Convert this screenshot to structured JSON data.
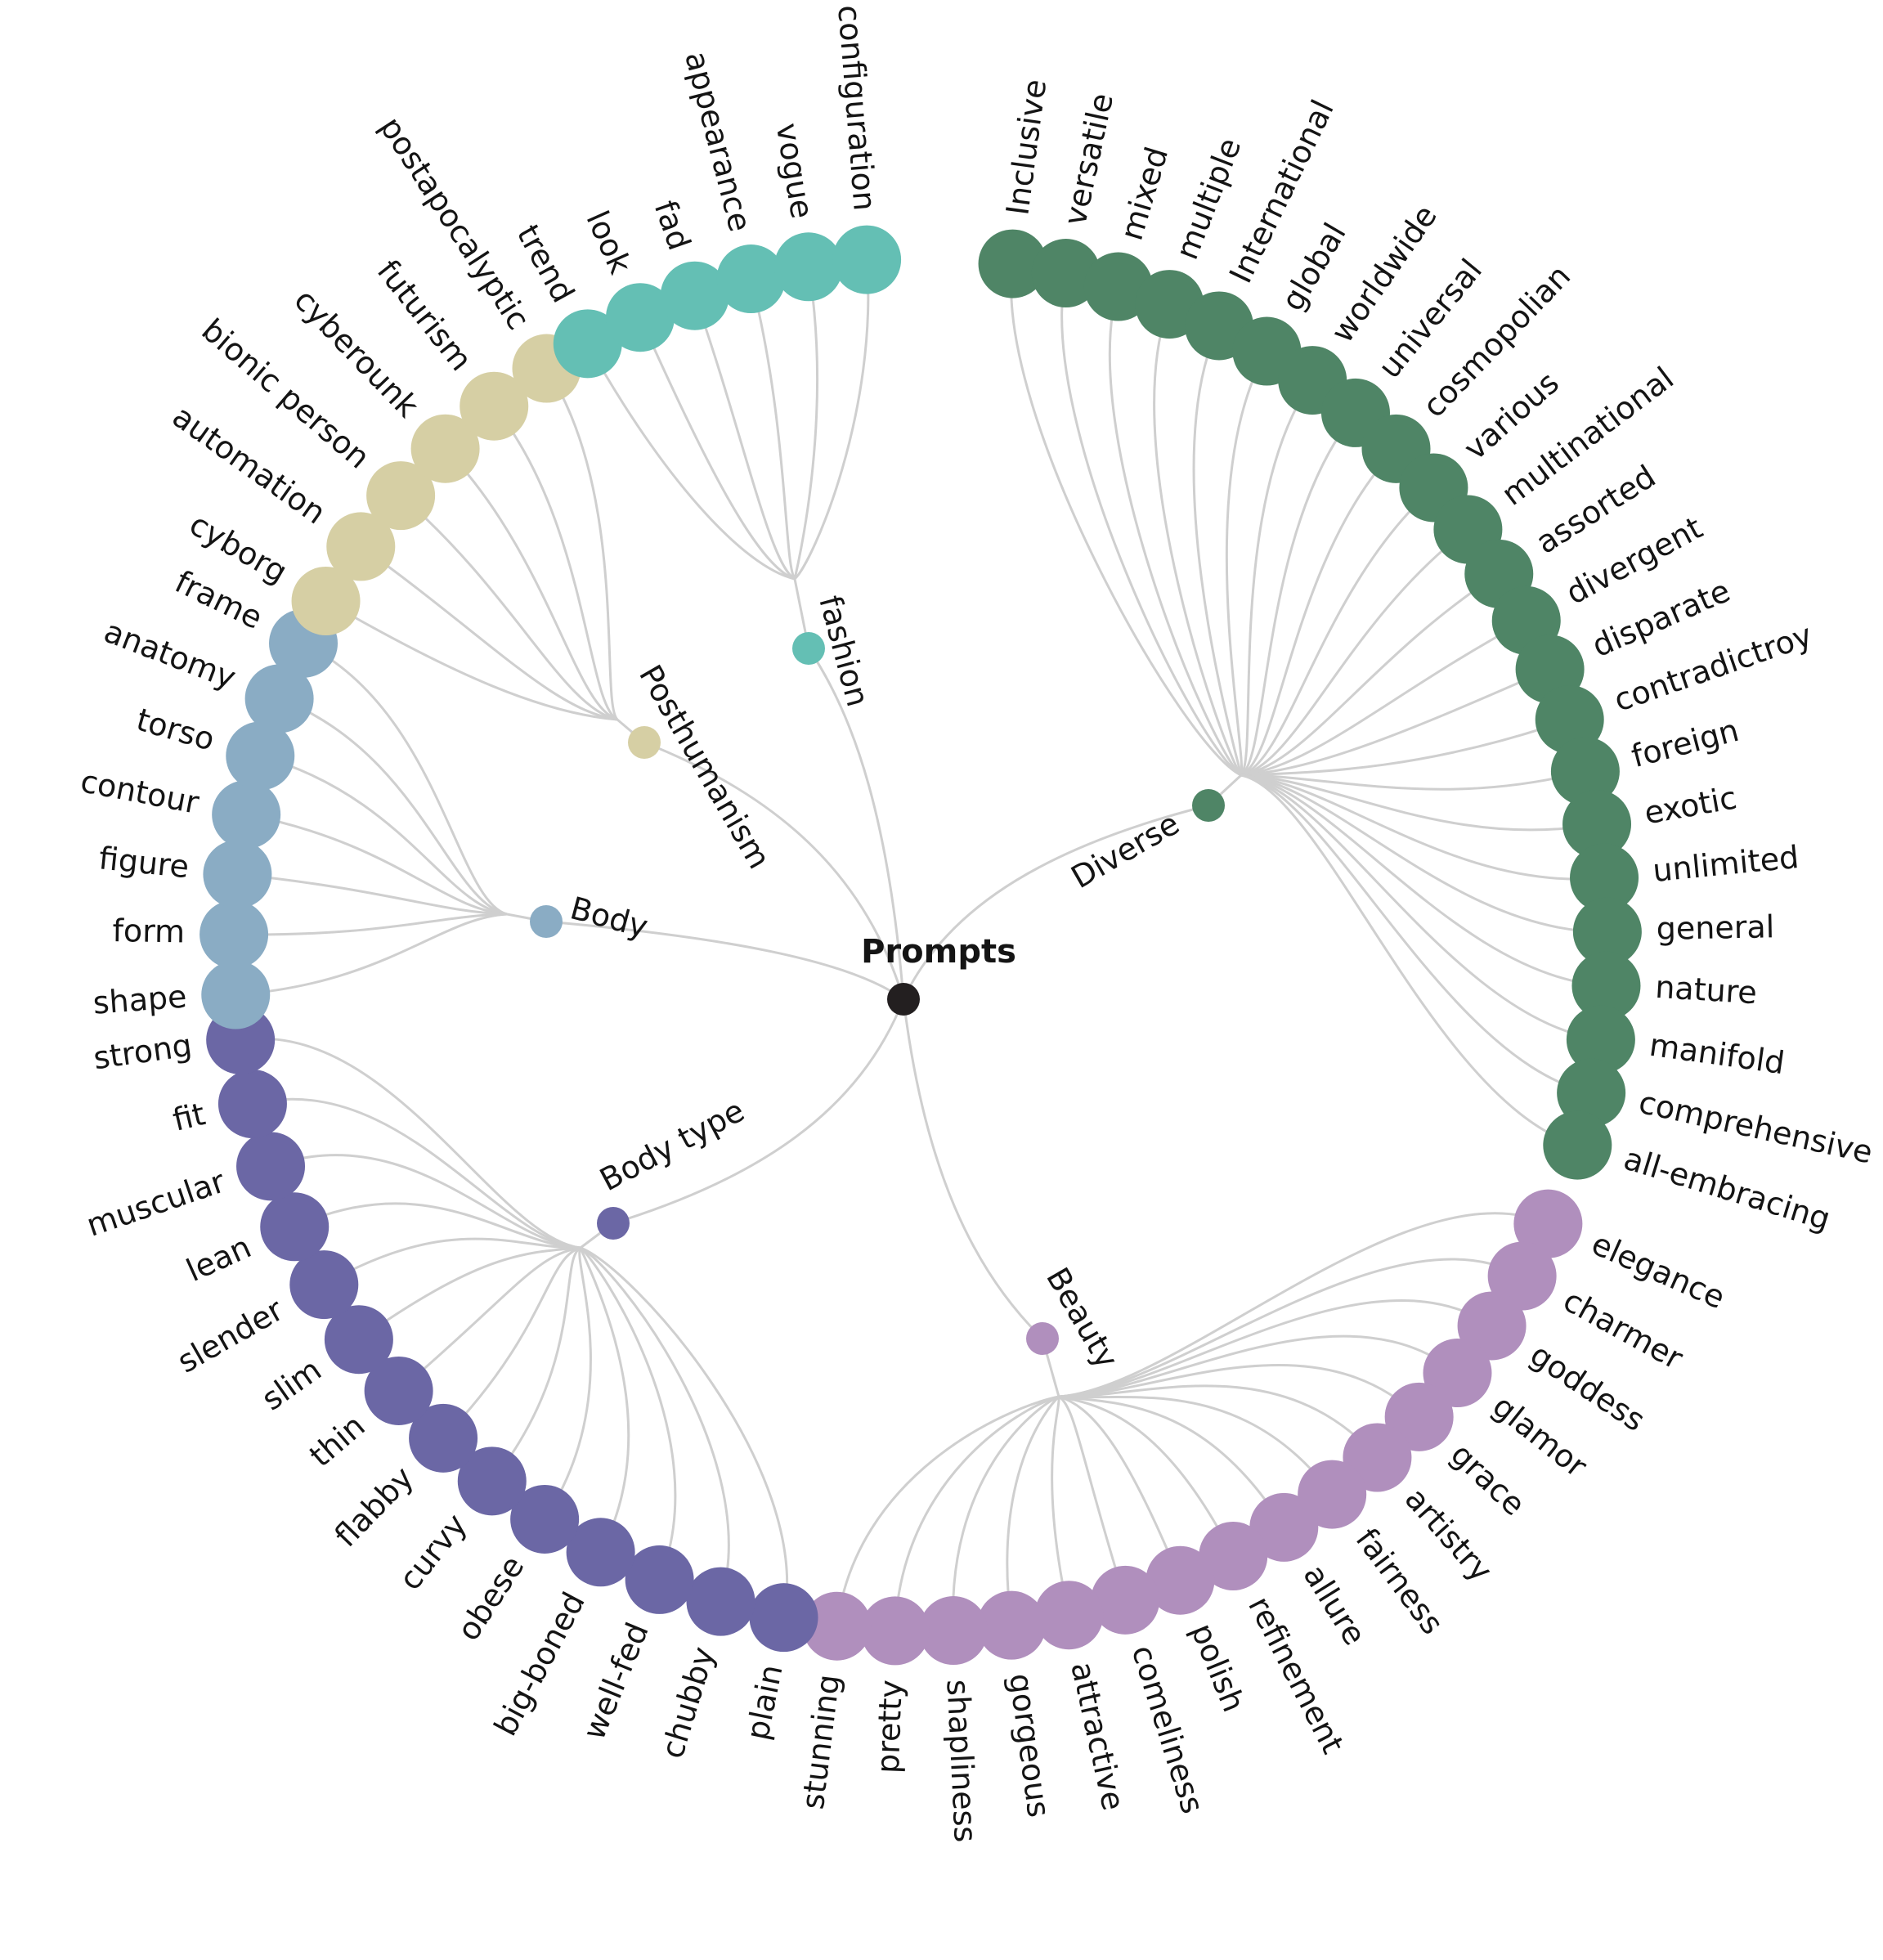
{
  "root": {
    "label": "Prompts",
    "color": "#231f20"
  },
  "groups": [
    {
      "id": "diverse",
      "label": "Diverse",
      "color": "#4f8566",
      "leaves": [
        "Inclusive",
        "versatile",
        "mixed",
        "multiple",
        "International",
        "global",
        "worldwide",
        "universal",
        "cosmopolian",
        "various",
        "multinational",
        "assorted",
        "divergent",
        "disparate",
        "contradictroy",
        "foreign",
        "exotic",
        "unlimited",
        "general",
        "nature",
        "manifold",
        "comprehensive",
        "all-embracing"
      ]
    },
    {
      "id": "beauty",
      "label": "Beauty",
      "color": "#b08fbd",
      "leaves": [
        "elegance",
        "charmer",
        "goddess",
        "glamor",
        "grace",
        "artistry",
        "fairness",
        "allure",
        "refinement",
        "polish",
        "comeliness",
        "attractive",
        "gorgeous",
        "shapliness",
        "pretty",
        "stunning"
      ]
    },
    {
      "id": "bodytype",
      "label": "Body type",
      "color": "#6b67a5",
      "leaves": [
        "plain",
        "chubby",
        "well-fed",
        "big-boned",
        "obese",
        "curvy",
        "flabby",
        "thin",
        "slim",
        "slender",
        "lean",
        "muscular",
        "fit",
        "strong"
      ]
    },
    {
      "id": "body",
      "label": "Body",
      "color": "#8aacc4",
      "leaves": [
        "shape",
        "form",
        "figure",
        "contour",
        "torso",
        "anatomy",
        "frame"
      ]
    },
    {
      "id": "posthumanism",
      "label": "Posthumanism",
      "color": "#d6cfa4",
      "leaves": [
        "cyborg",
        "automation",
        "bionic person",
        "cyberounk",
        "futurism",
        "postapocalyptic"
      ]
    },
    {
      "id": "fashion",
      "label": "fashion",
      "color": "#64bfb4",
      "leaves": [
        "trend",
        "look",
        "fad",
        "appearance",
        "vogue",
        "configuration"
      ]
    }
  ]
}
